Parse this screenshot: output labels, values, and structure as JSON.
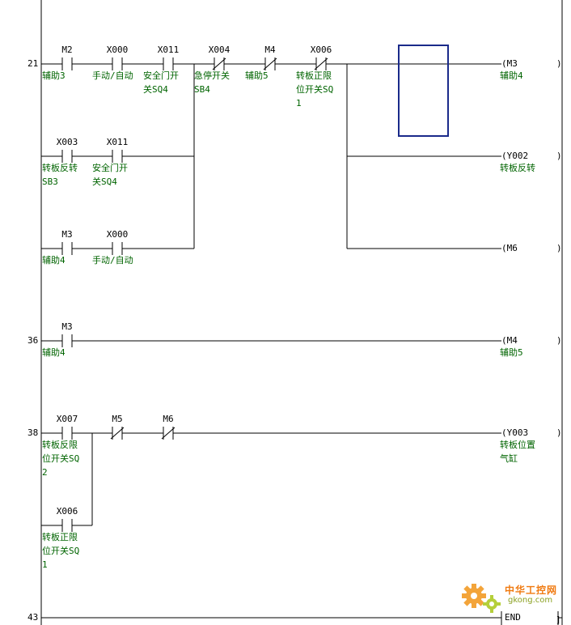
{
  "rungs": [
    {
      "step": "21"
    },
    {
      "step": "36"
    },
    {
      "step": "38"
    },
    {
      "step": "43"
    }
  ],
  "contacts": [
    {
      "addr": "M2",
      "type": "NO",
      "comment": [
        "辅助3"
      ]
    },
    {
      "addr": "X000",
      "type": "NO",
      "comment": [
        "手动/自动"
      ]
    },
    {
      "addr": "X011",
      "type": "NO",
      "comment": [
        "安全门开",
        "关SQ4"
      ]
    },
    {
      "addr": "X004",
      "type": "NC",
      "comment": [
        "急停开关",
        "SB4"
      ]
    },
    {
      "addr": "M4",
      "type": "NC",
      "comment": [
        "辅助5"
      ]
    },
    {
      "addr": "X006",
      "type": "NC",
      "comment": [
        "转板正限",
        "位开关SQ",
        "1"
      ]
    },
    {
      "addr": "X003",
      "type": "NO",
      "comment": [
        "转板反转",
        "SB3"
      ]
    },
    {
      "addr": "X011",
      "type": "NO",
      "comment": [
        "安全门开",
        "关SQ4"
      ]
    },
    {
      "addr": "M3",
      "type": "NO",
      "comment": [
        "辅助4"
      ]
    },
    {
      "addr": "X000",
      "type": "NO",
      "comment": [
        "手动/自动"
      ]
    },
    {
      "addr": "M3",
      "type": "NO",
      "comment": [
        "辅助4"
      ]
    },
    {
      "addr": "X007",
      "type": "NO",
      "comment": [
        "转板反限",
        "位开关SQ",
        "2"
      ]
    },
    {
      "addr": "M5",
      "type": "NC",
      "comment": []
    },
    {
      "addr": "M6",
      "type": "NC",
      "comment": []
    },
    {
      "addr": "X006",
      "type": "NO",
      "comment": [
        "转板正限",
        "位开关SQ",
        "1"
      ]
    }
  ],
  "coils": [
    {
      "name": "(M3",
      "close": ")",
      "comment": [
        "辅助4"
      ]
    },
    {
      "name": "(Y002",
      "close": ")",
      "comment": [
        "转板反转"
      ]
    },
    {
      "name": "(M6",
      "close": ")",
      "comment": []
    },
    {
      "name": "(M4",
      "close": ")",
      "comment": [
        "辅助5"
      ]
    },
    {
      "name": "(Y003",
      "close": ")",
      "comment": [
        "转板位置",
        "气缸"
      ]
    },
    {
      "name": "END",
      "close": "]",
      "comment": []
    }
  ],
  "colors": {
    "wire": "#000000",
    "comment": "#006400",
    "cursor": "#1a2a8a",
    "watermark": "#f07a10"
  },
  "watermark": {
    "cn": "中华工控网",
    "url": "gkong.com",
    "icon": "gear-icon"
  }
}
